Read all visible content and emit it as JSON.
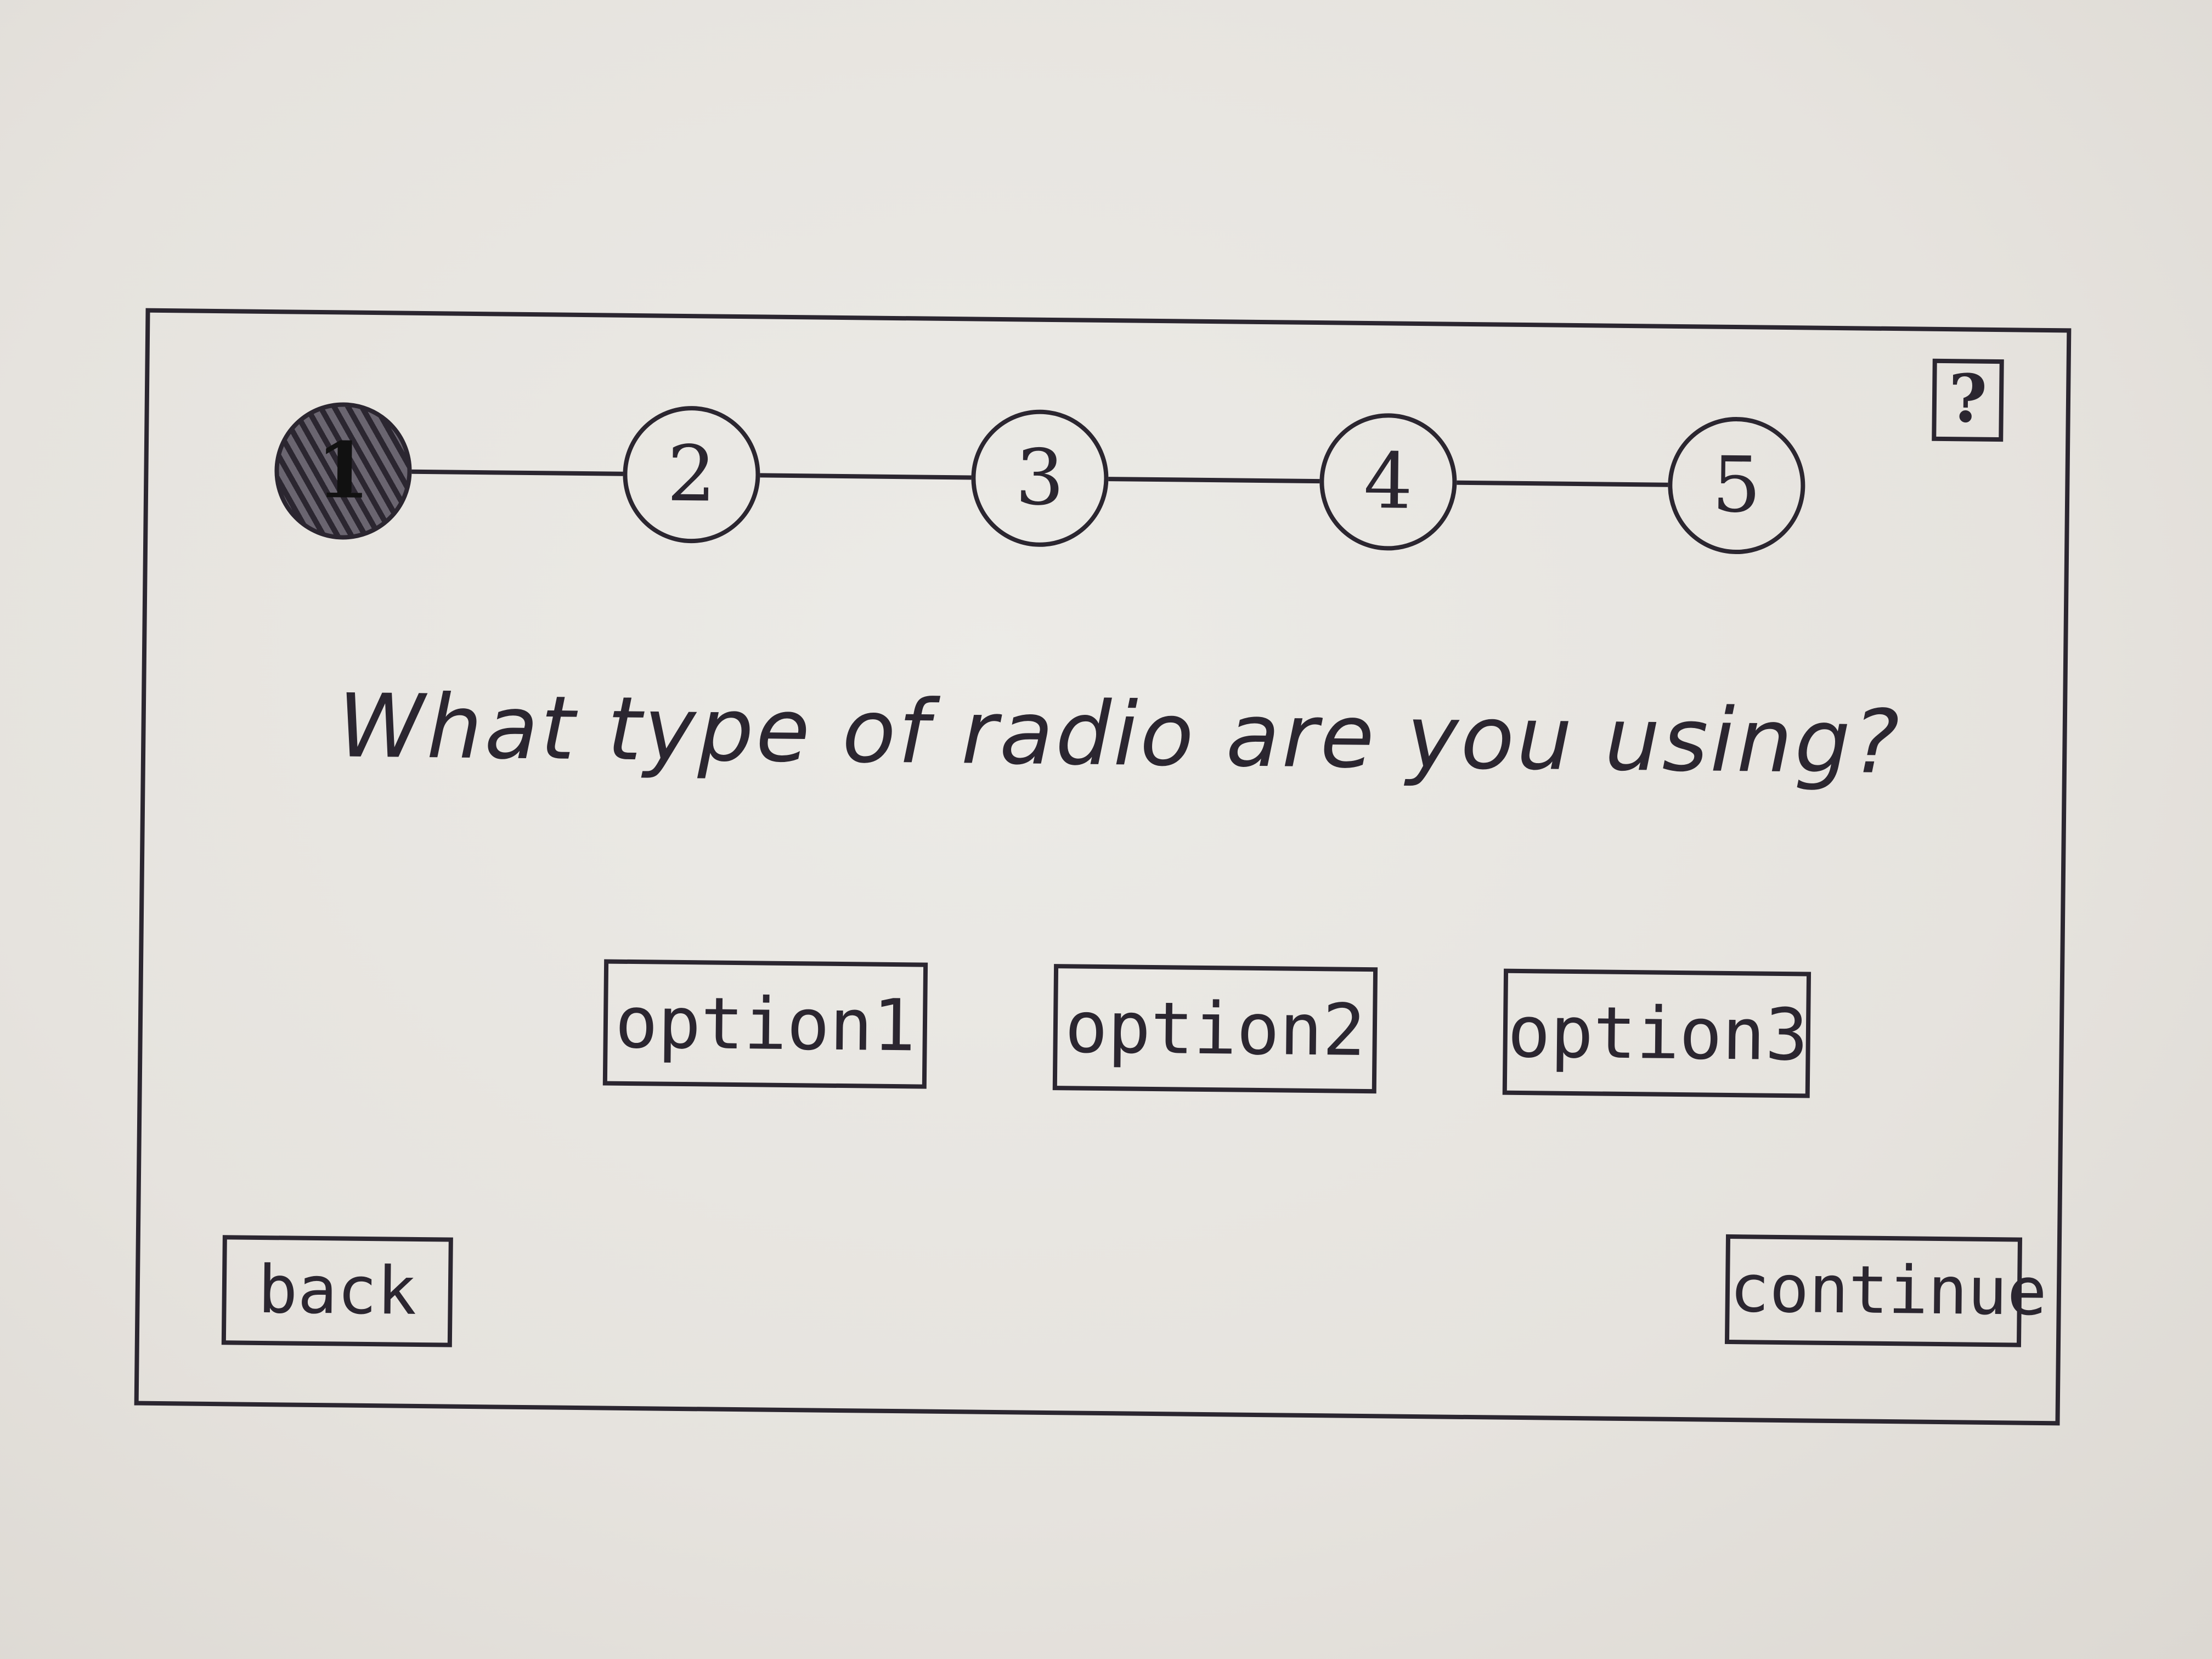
{
  "steps": [
    {
      "label": "1",
      "active": true
    },
    {
      "label": "2",
      "active": false
    },
    {
      "label": "3",
      "active": false
    },
    {
      "label": "4",
      "active": false
    },
    {
      "label": "5",
      "active": false
    }
  ],
  "help": {
    "label": "?"
  },
  "question": {
    "text": "What type of radio are you using?"
  },
  "options": [
    {
      "label": "option1"
    },
    {
      "label": "option2"
    },
    {
      "label": "option3"
    }
  ],
  "nav": {
    "back_label": "back",
    "continue_label": "continue"
  },
  "icons": {
    "help": "help-icon"
  }
}
